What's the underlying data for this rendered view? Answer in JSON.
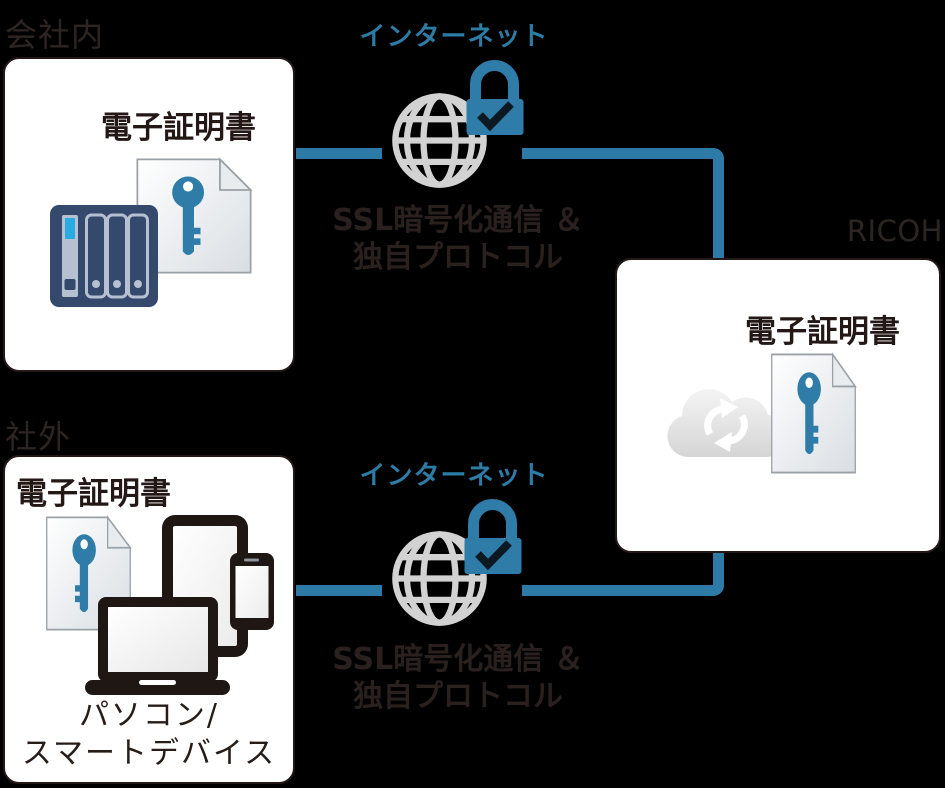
{
  "zones": {
    "company": {
      "label": "会社内"
    },
    "outside": {
      "label": "社外"
    },
    "provider": {
      "label": "RICOH"
    }
  },
  "boxes": {
    "company": {
      "title": "電子証明書"
    },
    "ricoh": {
      "title": "電子証明書"
    },
    "outside": {
      "title": "電子証明書",
      "caption_line1": "パソコン/",
      "caption_line2": "スマートデバイス"
    }
  },
  "links": {
    "top": {
      "label": "インターネット",
      "ssl_line1": "SSL暗号化通信 ＆",
      "ssl_line2": "独自プロトコル"
    },
    "bottom": {
      "label": "インターネット",
      "ssl_line1": "SSL暗号化通信 ＆",
      "ssl_line2": "独自プロトコル"
    }
  },
  "icons": {
    "company_box": [
      "nas-storage-icon",
      "certificate-document-key-icon"
    ],
    "ricoh_box": [
      "cloud-sync-icon",
      "certificate-document-key-icon"
    ],
    "outside_box": [
      "certificate-document-key-icon",
      "tablet-icon",
      "smartphone-icon",
      "laptop-icon"
    ],
    "links": [
      "globe-icon",
      "ssl-padlock-check-icon"
    ]
  },
  "colors": {
    "background": "#000000",
    "box_background": "#ffffff",
    "accent_blue": "#2e7ca7",
    "connector_blue": "#2e7aa6",
    "zone_label_dark": "#2e2522",
    "box_text_dark": "#231815",
    "globe_gray": "#d2d2d3",
    "nas_navy": "#34496c",
    "led_cyan": "#29abe2",
    "device_dark": "#1e1713"
  }
}
